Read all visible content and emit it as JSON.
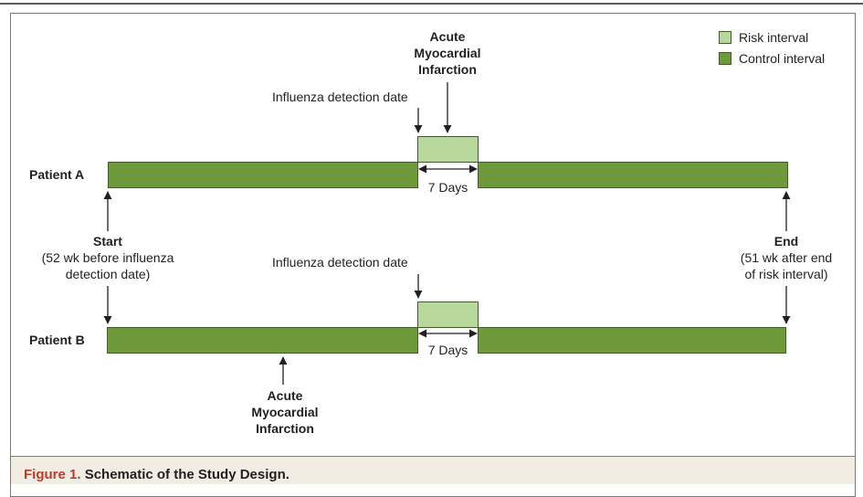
{
  "legend": {
    "risk_label": "Risk interval",
    "control_label": "Control interval",
    "risk_color": "#b8d79a",
    "control_color": "#6f9a3b"
  },
  "patient_a": {
    "label": "Patient A",
    "event_line1": "Acute",
    "event_line2": "Myocardial",
    "event_line3": "Infarction",
    "detection_label": "Influenza detection date",
    "days_label": "7 Days"
  },
  "patient_b": {
    "label": "Patient B",
    "detection_label": "Influenza detection date",
    "days_label": "7 Days",
    "event_line1": "Acute",
    "event_line2": "Myocardial",
    "event_line3": "Infarction"
  },
  "start": {
    "title": "Start",
    "line1": "(52 wk before influenza",
    "line2": "detection date)"
  },
  "end": {
    "title": "End",
    "line1": "(51 wk after end",
    "line2": "of risk interval)"
  },
  "caption": {
    "figure": "Figure 1.",
    "title": "Schematic of the Study Design."
  }
}
